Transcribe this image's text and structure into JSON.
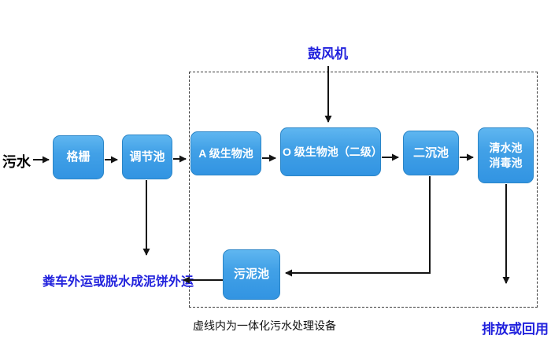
{
  "labels": {
    "influent": "污水",
    "blower": "鼓风机",
    "sludge_out": "粪车外运或脱水成泥饼外运",
    "dashed_note": "虚线内为一体化污水处理设备",
    "discharge": "排放或回用"
  },
  "nodes": {
    "grille": "格栅",
    "regulating": "调节池",
    "a_bio": "A 级生物池",
    "o_bio": "O 级生物池（二级）",
    "secondary": "二沉池",
    "clear_line1": "清水池",
    "clear_line2": "消毒池",
    "sludge": "污泥池"
  },
  "colors": {
    "node_fill": "#3fa0e8",
    "node_border": "#2a85c7",
    "accent_text_blue": "#2222dd",
    "arrow": "#141414",
    "dashed_border": "#3c3c3c"
  }
}
